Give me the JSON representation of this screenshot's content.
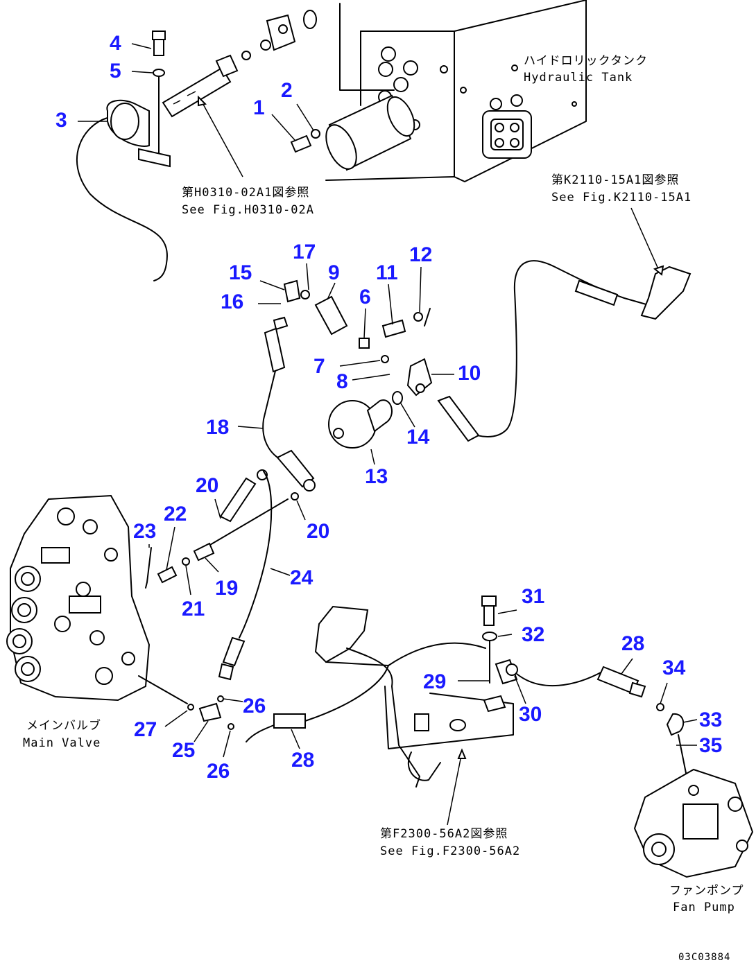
{
  "callouts": [
    "1",
    "2",
    "3",
    "4",
    "5",
    "6",
    "7",
    "8",
    "9",
    "10",
    "11",
    "12",
    "13",
    "14",
    "15",
    "16",
    "17",
    "18",
    "19",
    "20",
    "20",
    "21",
    "22",
    "23",
    "24",
    "25",
    "26",
    "26",
    "27",
    "28",
    "28",
    "29",
    "30",
    "31",
    "32",
    "33",
    "34",
    "35"
  ],
  "notes": {
    "tank_jp": "ハイドロリックタンク",
    "tank_en": "Hydraulic Tank",
    "ref1_jp": "第H0310-02A1図参照",
    "ref1_en": "See Fig.H0310-02A",
    "ref2_jp": "第K2110-15A1図参照",
    "ref2_en": "See Fig.K2110-15A1",
    "valve_jp": "メインバルブ",
    "valve_en": "Main Valve",
    "ref3_jp": "第F2300-56A2図参照",
    "ref3_en": "See Fig.F2300-56A2",
    "pump_jp": "ファンポンプ",
    "pump_en": "Fan Pump",
    "drawing_code": "03C03884"
  },
  "colors": {
    "callout": "#1a1aff",
    "line": "#000000"
  }
}
